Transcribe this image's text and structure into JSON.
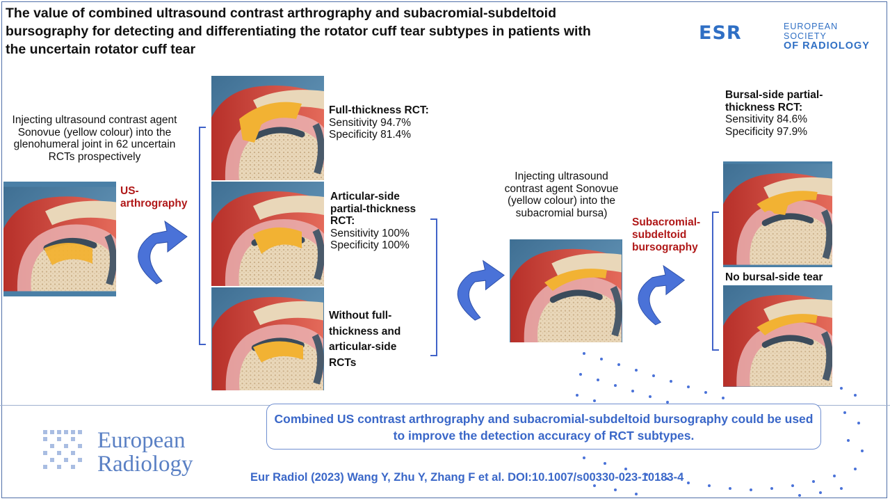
{
  "header": {
    "title": "The value of combined ultrasound contrast arthrography and subacromial-subdeltoid bursography for detecting and differentiating the rotator cuff tear subtypes in patients with the uncertain rotator cuff tear"
  },
  "esr_logo": {
    "letters": "ESR",
    "line1": "EUROPEAN SOCIETY",
    "line2": "OF RADIOLOGY"
  },
  "step1": {
    "description": "Injecting ultrasound contrast agent Sonovue (yellow colour) into the glenohumeral joint in 62 uncertain RCTs prospectively",
    "method": "US-arthrography"
  },
  "results_arthro": [
    {
      "title": "Full-thickness RCT:",
      "sensitivity": "Sensitivity 94.7%",
      "specificity": "Specificity 81.4%"
    },
    {
      "title": "Articular-side partial-thickness RCT:",
      "sensitivity": "Sensitivity 100%",
      "specificity": "Specificity 100%"
    },
    {
      "title": "Without full-thickness and articular-side RCTs"
    }
  ],
  "step2": {
    "description": "Injecting ultrasound contrast agent Sonovue (yellow colour) into the subacromial bursa)",
    "method": "Subacromial-subdeltoid bursography"
  },
  "results_burso": [
    {
      "title": "Bursal-side partial-thickness RCT:",
      "sensitivity": "Sensitivity 84.6%",
      "specificity": "Specificity 97.9%"
    },
    {
      "title": "No bursal-side tear"
    }
  ],
  "conclusion": "Combined US contrast arthrography and subacromial-subdeltoid bursography could be used to improve the detection accuracy of RCT subtypes.",
  "journal": {
    "line1": "European",
    "line2": "Radiology"
  },
  "citation": "Eur Radiol (2023) Wang Y, Zhu Y, Zhang F et al. DOI:10.1007/s00330-023-10183-4",
  "colors": {
    "accent_blue": "#3a67c8",
    "red_label": "#b01818",
    "contrast_yellow": "#f2b233"
  }
}
